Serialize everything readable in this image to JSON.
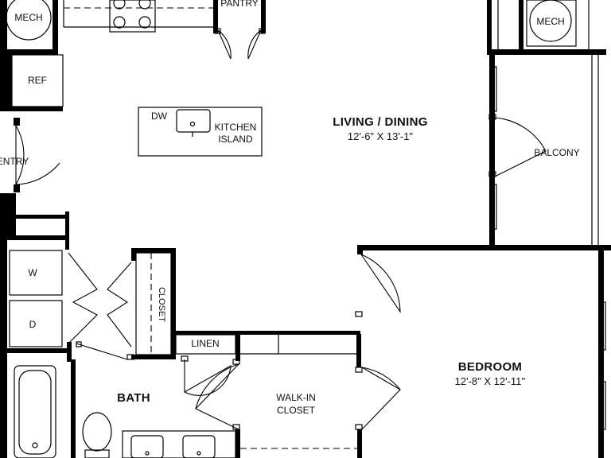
{
  "rooms": {
    "living": {
      "name": "LIVING / DINING",
      "dims": "12'-6\" X 13'-1\""
    },
    "bedroom": {
      "name": "BEDROOM",
      "dims": "12'-8\" X 12'-11''"
    },
    "bath": {
      "name": "BATH"
    },
    "walkin": {
      "line1": "WALK-IN",
      "line2": "CLOSET"
    },
    "balcony": {
      "name": "BALCONY"
    },
    "entry": {
      "name": "ENTRY"
    }
  },
  "fixtures": {
    "mech_left": "MECH",
    "mech_right": "MECH",
    "pantry": "PANTRY",
    "ref": "REF",
    "dw": "DW",
    "island_line1": "KITCHEN",
    "island_line2": "ISLAND",
    "washer": "W",
    "dryer": "D",
    "closet": "CLOSET",
    "linen": "LINEN"
  }
}
